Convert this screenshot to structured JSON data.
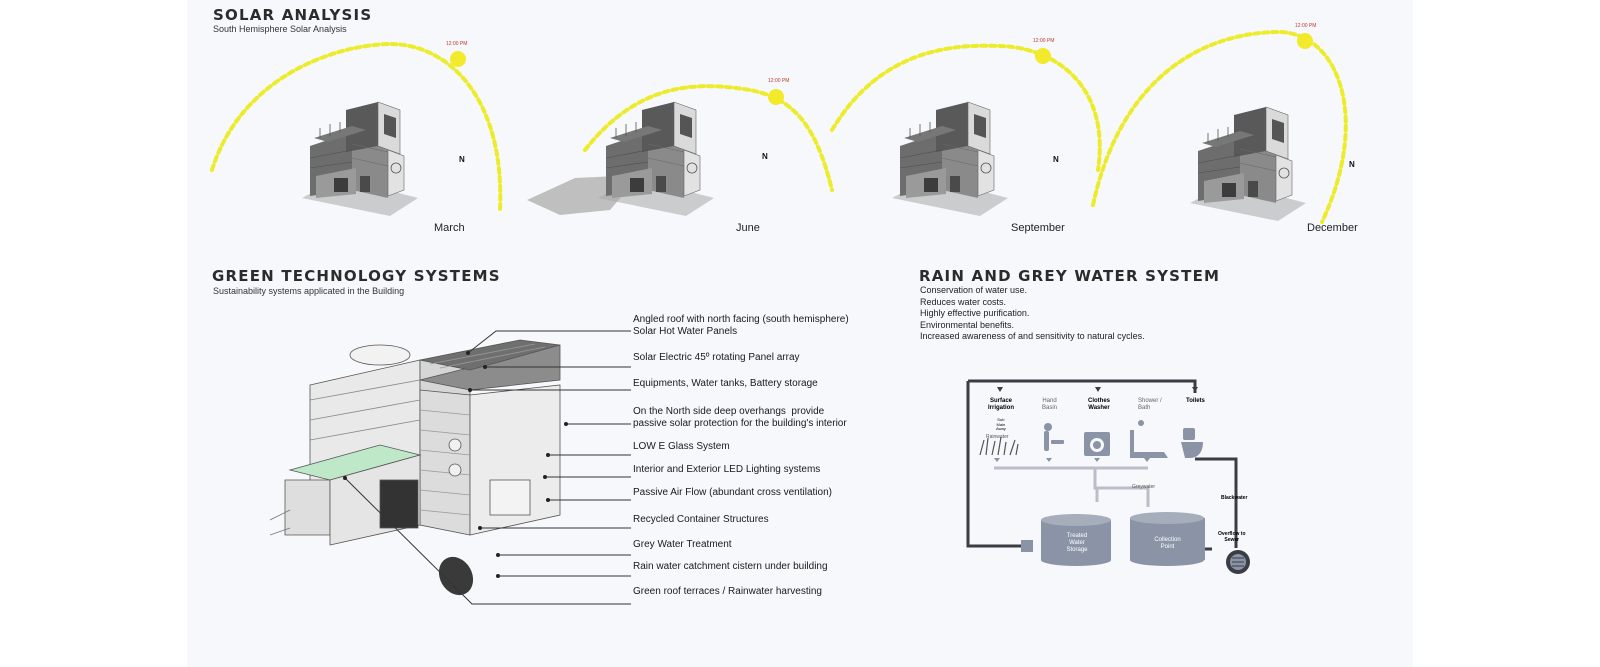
{
  "solar": {
    "title": "SOLAR ANALYSIS",
    "subtitle": "South Hemisphere Solar Analysis",
    "north_label": "N",
    "noon_label": "12:00 PM",
    "months": [
      "March",
      "June",
      "September",
      "December"
    ]
  },
  "green": {
    "title": "GREEN TECHNOLOGY SYSTEMS",
    "subtitle": "Sustainability systems applicated in the Building",
    "callouts": [
      "Angled roof with north facing (south hemisphere)\nSolar Hot Water Panels",
      "Solar Electric 45º rotating Panel array",
      "Equipments, Water tanks, Battery storage",
      "On the North side deep overhangs  provide\npassive solar protection for the building's interior",
      "LOW E Glass System",
      "Interior and Exterior LED Lighting systems",
      "Passive Air Flow (abundant cross ventilation)",
      "Recycled Container Structures",
      "Grey Water Treatment",
      "Rain water catchment cistern under building",
      "Green roof terraces / Rainwater harvesting"
    ]
  },
  "water": {
    "title": "RAIN AND GREY WATER SYSTEM",
    "bullets": [
      "Conservation of water use.",
      "Reduces water costs.",
      "Highly effective purification.",
      "Environmental benefits.",
      "Increased awareness of and sensitivity to natural cycles."
    ],
    "diagram": {
      "surface_irrigation": "Surface\nIrrigation",
      "irrigation_note": "Sub\nMain\nAway",
      "rainwater": "Rainwater",
      "hand_basin": "Hand\nBasin",
      "clothes_washer": "Clothes\nWasher",
      "shower_bath": "Shower /\nBath",
      "toilets": "Toilets",
      "greywater": "Greywater",
      "blackwater": "Blackwater",
      "treated_storage": "Treated\nWater\nStorage",
      "collection_point": "Collection\nPoint",
      "overflow": "Overflow to\nSewer"
    }
  },
  "colors": {
    "sun": "#f2ea2a",
    "arc": "#ecec2c",
    "tank": "#8a94a6",
    "pipe": "#3a3d44",
    "green_roof": "#bfe8c8"
  }
}
